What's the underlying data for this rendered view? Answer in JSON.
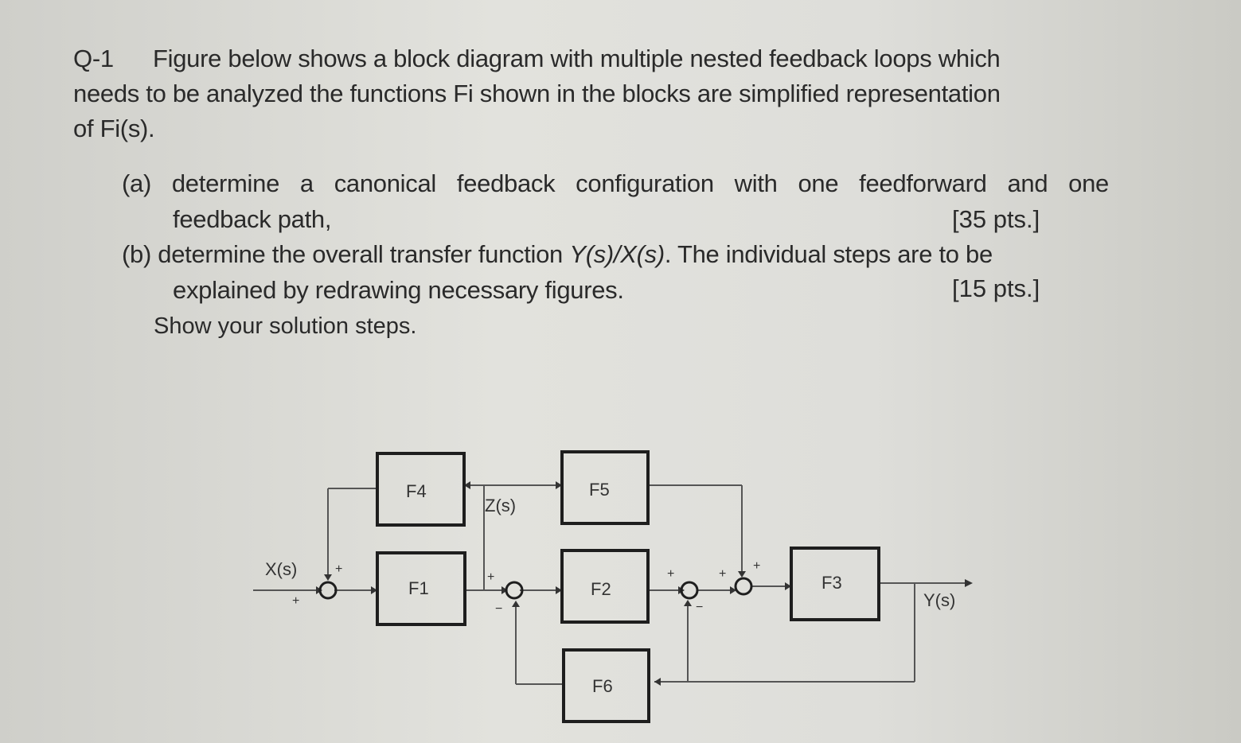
{
  "question": {
    "number": "Q-1",
    "intro_line1": "Figure below shows a block diagram with multiple nested feedback loops which",
    "intro_line2": "needs to be analyzed the functions Fi shown in the blocks are simplified representation",
    "intro_line3": "of Fi(s)."
  },
  "parts": {
    "a_line1": "(a) determine a canonical feedback configuration with one feedforward and one",
    "a_line2": "feedback path,",
    "a_points": "[35 pts.]",
    "b_line1_pre": "(b) determine the overall transfer function ",
    "b_line1_tf": "Y(s)/X(s)",
    "b_line1_post": ". The individual steps are to be",
    "b_line2": "explained by redrawing necessary figures.",
    "b_points": "[15 pts.]",
    "show": "Show your solution steps."
  },
  "diagram": {
    "blocks": {
      "f1": "F1",
      "f2": "F2",
      "f3": "F3",
      "f4": "F4",
      "f5": "F5",
      "f6": "F6"
    },
    "signals": {
      "input": "X(s)",
      "output": "Y(s)",
      "intermediate": "Z(s)"
    },
    "signs": {
      "plus": "+",
      "minus": "−"
    }
  }
}
